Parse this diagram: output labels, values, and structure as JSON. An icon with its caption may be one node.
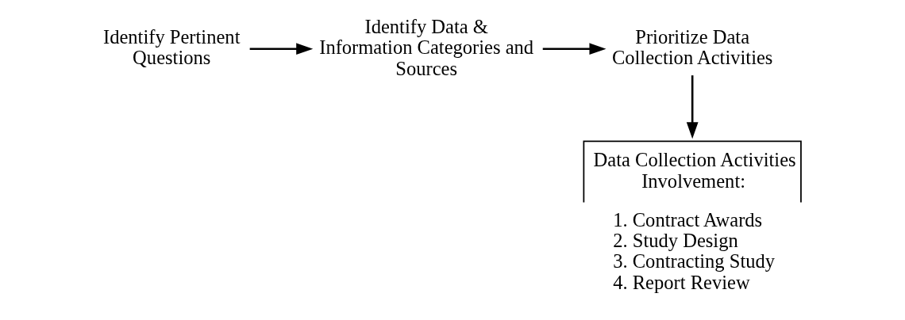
{
  "diagram": {
    "nodes": [
      {
        "text": [
          "Identify Pertinent Questions"
        ]
      },
      {
        "text": [
          "Identify Data & Information Categories and Sources"
        ]
      },
      {
        "text": [
          "Prioritize Data Collection Activities"
        ]
      },
      {
        "text": [
          "Data Collection Activities Involvement:",
          "1. Contract Awards",
          "2. Study Design",
          "3. Contracting Study",
          "4. Report Review"
        ]
      }
    ],
    "edges": [
      {
        "from": 0,
        "to": 1,
        "arrow": "to"
      },
      {
        "from": 1,
        "to": 2,
        "arrow": "to"
      },
      {
        "from": 2,
        "to": 3,
        "arrow": "to"
      }
    ]
  }
}
